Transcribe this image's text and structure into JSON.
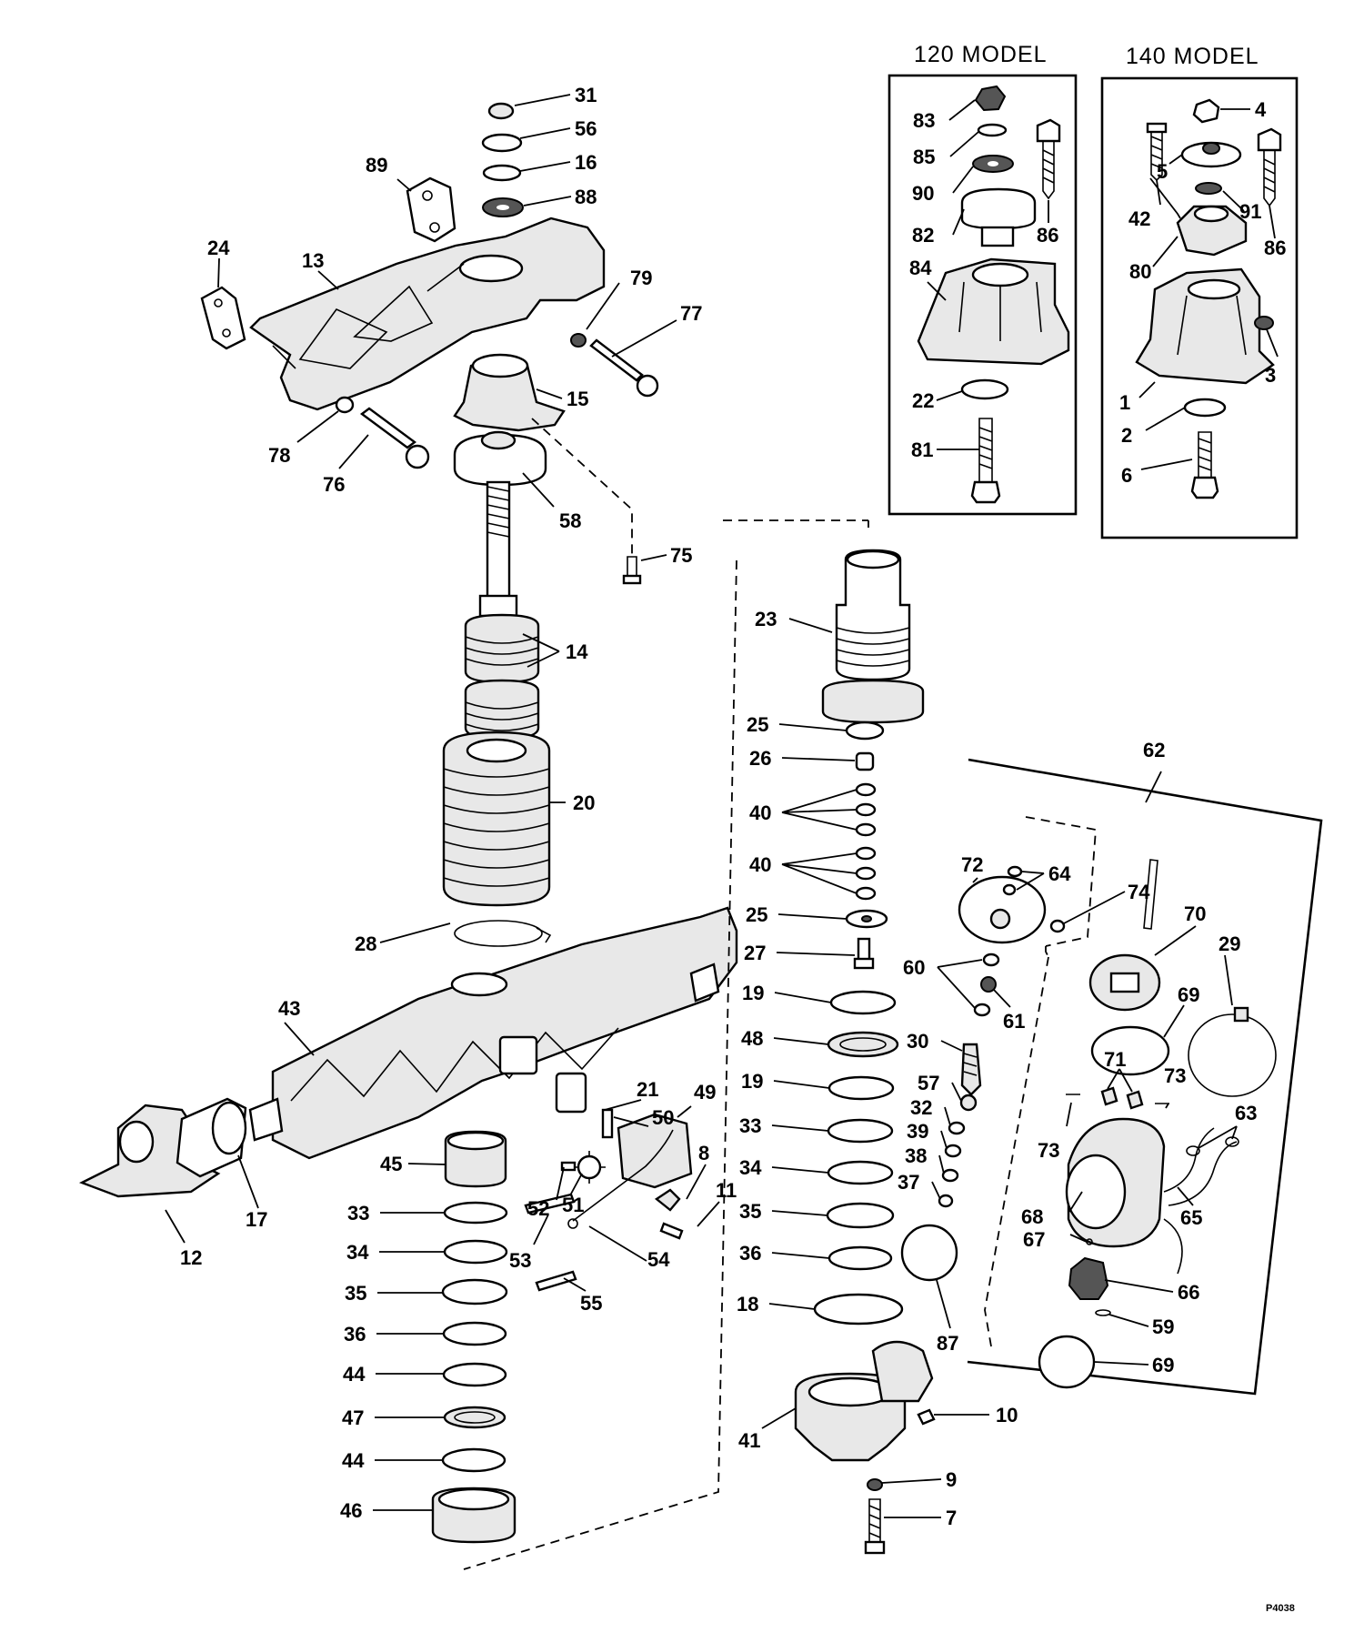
{
  "headers": {
    "model_120": "120 MODEL",
    "model_140": "140 MODEL"
  },
  "drawing_code": "P4038",
  "callouts": [
    {
      "id": "c31",
      "text": "31"
    },
    {
      "id": "c56",
      "text": "56"
    },
    {
      "id": "c16",
      "text": "16"
    },
    {
      "id": "c88",
      "text": "88"
    },
    {
      "id": "c89",
      "text": "89"
    },
    {
      "id": "c24",
      "text": "24"
    },
    {
      "id": "c13",
      "text": "13"
    },
    {
      "id": "c79",
      "text": "79"
    },
    {
      "id": "c77",
      "text": "77"
    },
    {
      "id": "c15",
      "text": "15"
    },
    {
      "id": "c78",
      "text": "78"
    },
    {
      "id": "c76",
      "text": "76"
    },
    {
      "id": "c58",
      "text": "58"
    },
    {
      "id": "c75",
      "text": "75"
    },
    {
      "id": "c14",
      "text": "14"
    },
    {
      "id": "c20",
      "text": "20"
    },
    {
      "id": "c28",
      "text": "28"
    },
    {
      "id": "c43",
      "text": "43"
    },
    {
      "id": "c21",
      "text": "21"
    },
    {
      "id": "c50",
      "text": "50"
    },
    {
      "id": "c49",
      "text": "49"
    },
    {
      "id": "c45",
      "text": "45"
    },
    {
      "id": "c8",
      "text": "8"
    },
    {
      "id": "c11",
      "text": "11"
    },
    {
      "id": "c52",
      "text": "52"
    },
    {
      "id": "c51",
      "text": "51"
    },
    {
      "id": "c17",
      "text": "17"
    },
    {
      "id": "c12",
      "text": "12"
    },
    {
      "id": "c53",
      "text": "53"
    },
    {
      "id": "c54",
      "text": "54"
    },
    {
      "id": "c55",
      "text": "55"
    },
    {
      "id": "cL33",
      "text": "33"
    },
    {
      "id": "cL34",
      "text": "34"
    },
    {
      "id": "cL35",
      "text": "35"
    },
    {
      "id": "cL36",
      "text": "36"
    },
    {
      "id": "cL44a",
      "text": "44"
    },
    {
      "id": "cL47",
      "text": "47"
    },
    {
      "id": "cL44b",
      "text": "44"
    },
    {
      "id": "cL46",
      "text": "46"
    },
    {
      "id": "c23",
      "text": "23"
    },
    {
      "id": "c25a",
      "text": "25"
    },
    {
      "id": "c26",
      "text": "26"
    },
    {
      "id": "c40a",
      "text": "40"
    },
    {
      "id": "c40b",
      "text": "40"
    },
    {
      "id": "c25b",
      "text": "25"
    },
    {
      "id": "c27",
      "text": "27"
    },
    {
      "id": "c19a",
      "text": "19"
    },
    {
      "id": "c48",
      "text": "48"
    },
    {
      "id": "c19b",
      "text": "19"
    },
    {
      "id": "cR33",
      "text": "33"
    },
    {
      "id": "cR34",
      "text": "34"
    },
    {
      "id": "cR35",
      "text": "35"
    },
    {
      "id": "cR36",
      "text": "36"
    },
    {
      "id": "c18",
      "text": "18"
    },
    {
      "id": "c41",
      "text": "41"
    },
    {
      "id": "c10",
      "text": "10"
    },
    {
      "id": "c9",
      "text": "9"
    },
    {
      "id": "c7",
      "text": "7"
    },
    {
      "id": "c87",
      "text": "87"
    },
    {
      "id": "c60",
      "text": "60"
    },
    {
      "id": "c61",
      "text": "61"
    },
    {
      "id": "c30",
      "text": "30"
    },
    {
      "id": "c57",
      "text": "57"
    },
    {
      "id": "c32",
      "text": "32"
    },
    {
      "id": "c39",
      "text": "39"
    },
    {
      "id": "c38",
      "text": "38"
    },
    {
      "id": "c37",
      "text": "37"
    },
    {
      "id": "c62",
      "text": "62"
    },
    {
      "id": "c72",
      "text": "72"
    },
    {
      "id": "c64",
      "text": "64"
    },
    {
      "id": "c74",
      "text": "74"
    },
    {
      "id": "c70",
      "text": "70"
    },
    {
      "id": "c29",
      "text": "29"
    },
    {
      "id": "c69a",
      "text": "69"
    },
    {
      "id": "c71",
      "text": "71"
    },
    {
      "id": "c73a",
      "text": "73"
    },
    {
      "id": "c73b",
      "text": "73"
    },
    {
      "id": "c63",
      "text": "63"
    },
    {
      "id": "c65",
      "text": "65"
    },
    {
      "id": "c68",
      "text": "68"
    },
    {
      "id": "c67",
      "text": "67"
    },
    {
      "id": "c66",
      "text": "66"
    },
    {
      "id": "c59",
      "text": "59"
    },
    {
      "id": "c69b",
      "text": "69"
    },
    {
      "id": "c83",
      "text": "83"
    },
    {
      "id": "c85",
      "text": "85"
    },
    {
      "id": "c90",
      "text": "90"
    },
    {
      "id": "c82",
      "text": "82"
    },
    {
      "id": "c86a",
      "text": "86"
    },
    {
      "id": "c84",
      "text": "84"
    },
    {
      "id": "c22",
      "text": "22"
    },
    {
      "id": "c81",
      "text": "81"
    },
    {
      "id": "c4",
      "text": "4"
    },
    {
      "id": "c5",
      "text": "5"
    },
    {
      "id": "c42",
      "text": "42"
    },
    {
      "id": "c91",
      "text": "91"
    },
    {
      "id": "c86b",
      "text": "86"
    },
    {
      "id": "c80",
      "text": "80"
    },
    {
      "id": "c3",
      "text": "3"
    },
    {
      "id": "c1",
      "text": "1"
    },
    {
      "id": "c2",
      "text": "2"
    },
    {
      "id": "c6",
      "text": "6"
    }
  ]
}
